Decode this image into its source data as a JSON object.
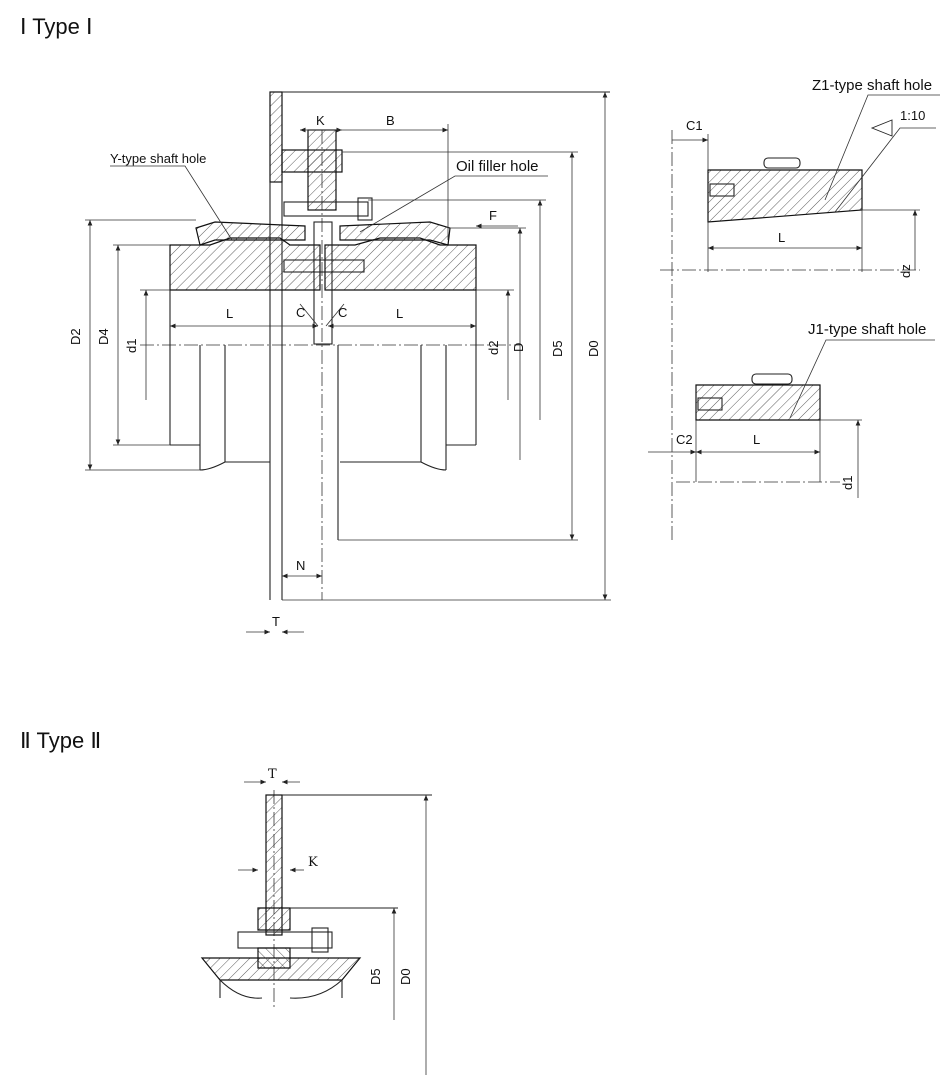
{
  "headings": {
    "type1": "Ⅰ Type Ⅰ",
    "type2": "Ⅱ Type Ⅱ"
  },
  "callouts": {
    "y_hole": "Y-type shaft hole",
    "oil_hole": "Oil filler hole",
    "z1_hole": "Z1-type shaft hole",
    "j1_hole": "J1-type shaft hole",
    "taper": "1:10"
  },
  "dims": {
    "K": "K",
    "B": "B",
    "F": "F",
    "L": "L",
    "C": "C",
    "N": "N",
    "T": "T",
    "D": "D",
    "D0": "D0",
    "D2": "D2",
    "D4": "D4",
    "D5": "D5",
    "d1": "d1",
    "d2": "d2",
    "dz": "dz",
    "C1": "C1",
    "C2": "C2"
  }
}
